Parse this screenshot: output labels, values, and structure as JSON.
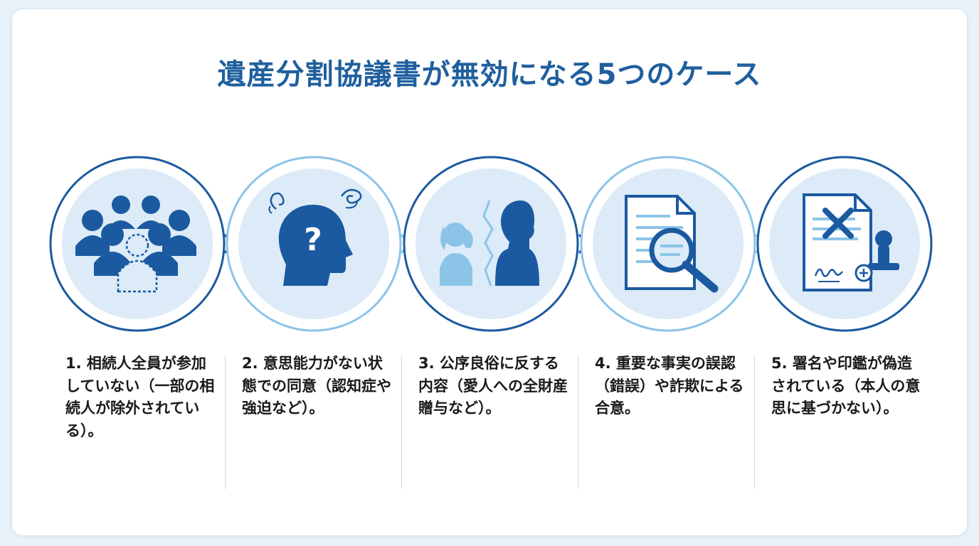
{
  "title": "遺産分割協議書が無効になる5つのケース",
  "colors": {
    "title": "#1f5f9e",
    "icon_dark": "#1b5aa0",
    "icon_light": "#8cc4e8",
    "ring_dark": "#1b5aa0",
    "ring_light": "#8cc4e8",
    "circle_fill": "#dcebf7"
  },
  "cases": [
    {
      "icon": "group-missing-person-icon",
      "text": "1. 相続人全員が参加していない（一部の相続人が除外されている）。"
    },
    {
      "icon": "confused-head-question-icon",
      "text": "2. 意思能力がない状態での同意（認知症や強迫など）。"
    },
    {
      "icon": "broken-relationship-icon",
      "text": "3. 公序良俗に反する内容（愛人への全財産贈与など）。"
    },
    {
      "icon": "document-magnifier-icon",
      "text": "4. 重要な事実の誤認（錯誤）や詐欺による合意。"
    },
    {
      "icon": "forged-document-stamp-icon",
      "text": "5. 署名や印鑑が偽造されている（本人の意思に基づかない）。"
    }
  ]
}
